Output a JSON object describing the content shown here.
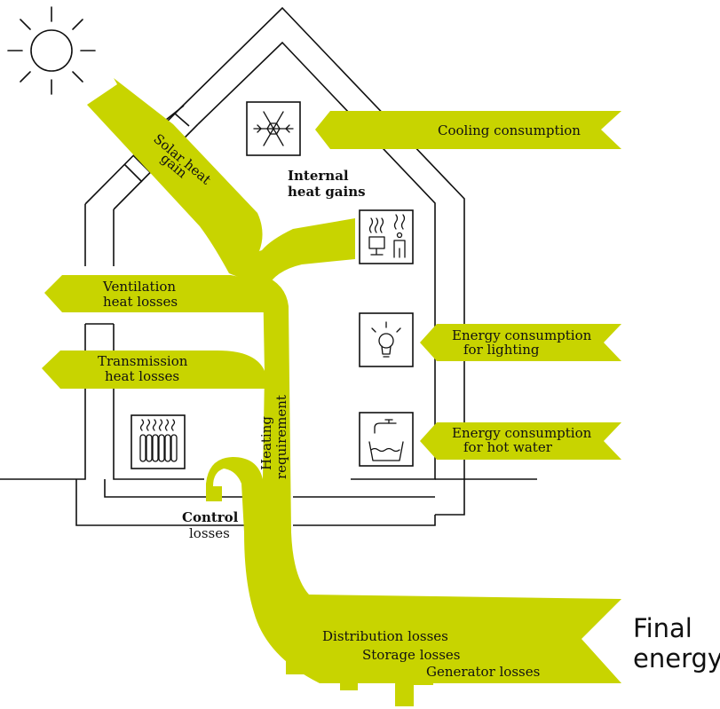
{
  "colors": {
    "accent": "#c8d400",
    "line": "#111111"
  },
  "labels": {
    "solar_line1": "Solar heat",
    "solar_line2": "gain",
    "internal_line1": "Internal",
    "internal_line2": "heat gains",
    "cooling": "Cooling consumption",
    "ventilation_line1": "Ventilation",
    "ventilation_line2": "heat losses",
    "transmission_line1": "Transmission",
    "transmission_line2": "heat losses",
    "heating_line1": "Heating",
    "heating_line2": "requirement",
    "lighting_line1": "Energy consumption",
    "lighting_line2": "for lighting",
    "hotwater_line1": "Energy consumption",
    "hotwater_line2": "for hot water",
    "control_line1": "Control",
    "control_line2": "losses",
    "distribution": "Distribution losses",
    "storage": "Storage losses",
    "generator": "Generator losses",
    "final_line1": "Final",
    "final_line2": "energy"
  },
  "icons": [
    "sun-icon",
    "snowflake-icon",
    "people-computer-icon",
    "light-bulb-icon",
    "water-tap-icon",
    "radiator-icon"
  ]
}
